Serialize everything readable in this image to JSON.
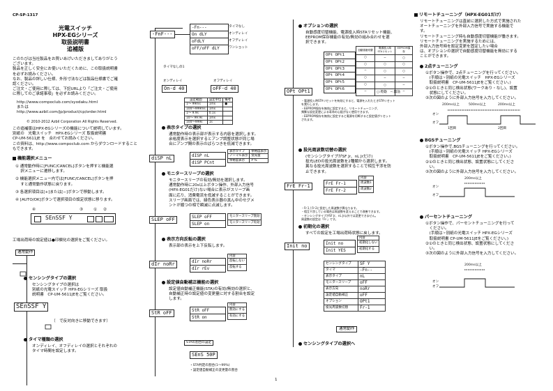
{
  "doc_code": "CP-SP-1317",
  "page_number": "1",
  "title": {
    "line1": "光電スイッチ",
    "line2": "HPX-EGシリーズ",
    "line3": "取扱説明書",
    "line4": "追補版"
  },
  "intro": [
    "このたびは当社製品をお買いあげいただきましてありがとう",
    "ございます。",
    "製品を正しく安全にお使いいただくために、この取扱説明書",
    "を必ずお読みください。",
    "なお、製品の詳しい仕様、外形寸法などは製品仕様書でご確",
    "認ください。",
    "ご注文・ご使用に際しては、下記URLより「ご注文・ご使用",
    "に際してのご承諾事項」を必ずお読みください。"
  ],
  "urls": {
    "url1": "http://www.compoclub.com/syodaku.html",
    "mata": "または",
    "url2": "http://www.azbil.com/jp/product/cp/order.html"
  },
  "copyright": "© 2010-2012 Azbil Corporation All Rights Reserved.",
  "intro2": [
    "この追補版はHPX-EGシリーズの機能について説明しています。",
    "別紙の　光電スイッチ　HPX-EGシリーズ 取扱説明書",
    "CP-UM-5611JE を　合わせてお読みください。",
    "この資料は、http://www.compoclub.com からダウンロードすること",
    "もできます。"
  ],
  "menu_section": {
    "heading": "機能選択メニュー",
    "steps": [
      "① 通常動作時に[FUNC/CANCEL]ボタンを押すと機能選",
      "　 択メニューに遷移します。",
      "② 機能選択メニュー内では[FUNC/CANCEL]ボタンを押",
      "　 すと通常動作状態に戻ります。",
      "③ 各選択項目は[+]または[−]ボタンで移動します。",
      "④ [AUTO/OK]ボタンで選択項目の設定状態に移ります。"
    ],
    "circled": [
      "④",
      "③",
      "①",
      "②"
    ],
    "display": "SEnSSF Y",
    "note": "工場出荷時の設定値は●印欄化の選択をご覧ください。",
    "normal_op": "通常動作"
  },
  "left_bottom": {
    "sensing_heading": "センシングタイプの選択",
    "sensing_lines": [
      "センシングタイプの選択は",
      "別紙の光電スイッチ HPX-EGシリーズ 取扱",
      "説明書　CP-UM-5611JEをご覧ください。"
    ],
    "sensing_display": "SEnSSF Y",
    "button_note": "（　で反対向きに移動できます）",
    "timer_heading": "タイマ種類の選択",
    "timer_lines": [
      "オンディレイ、オフディレイの選択とそれぞれの",
      "タイマ時間を設定します。"
    ]
  },
  "col2_top": {
    "main_display": "-FnF---",
    "opts": [
      "-Fn---",
      "On dLY",
      "oFdLY",
      "oFF/oFF dLY"
    ],
    "opt_labels": [
      "タイマなし",
      "オンディレイ",
      "オフディレイ",
      "ワンショット"
    ],
    "timer_none_label": "タイマなしの1",
    "on_delay_label": "オンディレイ",
    "off_delay_label": "オフディレイ",
    "time_display": "On-d 40",
    "time_display2": "oFF-d 40",
    "time_table_header": [
      "設定範囲",
      "設定単位",
      "備考"
    ],
    "time_table_rows": [
      [
        "1〜 99ms",
        "1ms",
        "●"
      ],
      [
        "100〜999ms",
        "1ms",
        ""
      ],
      [
        "1〜 9.9s",
        "0.1s",
        ""
      ],
      [
        "10〜 99.9s",
        "1ms",
        ""
      ],
      [
        "100〜999s",
        "1s",
        ""
      ]
    ]
  },
  "display_section": {
    "heading": "表示タイプの選択",
    "lines": [
      "通常動作時の表示部が表示する内容を選択します。",
      "余裕度表示を選択するとアンプ調整状態が同じ場",
      "合にアンプ間の表示のばらつきを低減できます。"
    ],
    "display": "diSP nL",
    "opts": [
      "dISP nL",
      "diSP PCnt"
    ],
    "table": [
      [
        "表示タイプ",
        "余裕度表示"
      ],
      [
        "ノーマル表示",
        "受光量"
      ],
      [
        "余裕度表示",
        "P %"
      ]
    ]
  },
  "monitor_section": {
    "heading": "モニタースリープの選択",
    "lines": [
      "モニタースリープの有効/無効を選択します。",
      "通常動作時に20s以上ボタン操作、外部入力信号",
      "(HPX-EG01だけ)ない場合に表示がスリープ画",
      "面に応り、消費電流を低減することができます。",
      "スリープ画面では、緑色表示器の真ん中のセグメ",
      "ントが順つの相で瞬滅に点滅します。"
    ],
    "display": "SLEP oFF",
    "opts": [
      "SLEP oFF",
      "SLEP on"
    ],
    "table": [
      [
        "モニタースリープ無効"
      ],
      [
        "モニタースリープ有効"
      ]
    ]
  },
  "direction_section": {
    "heading": "表示方向反転の選択",
    "lines": [
      "表示部の表示を上下反転します。"
    ],
    "display": "dIr noRr",
    "opts": [
      "dIr noRr",
      "dIr rEv"
    ],
    "table": [
      [
        "内容"
      ],
      [
        "反転しない"
      ],
      [
        "反転する"
      ]
    ]
  },
  "stability_section": {
    "heading": "設定値自動補正機能の選択",
    "lines": [
      "設定値自動補正機能(STA)の有効/無効の選択と、",
      "自動補正時の設定値の変更量に対する割合を設定",
      "します。"
    ],
    "display": "StR oFF",
    "opts": [
      "StR oFF",
      "StR on"
    ],
    "table": [
      [
        "内容"
      ],
      [
        "無効にする"
      ],
      [
        "有効にする"
      ]
    ],
    "rate_label": "STAの割合の設定",
    "rate_display": "SEnS 50P",
    "note1": "・STA判定の割合(1〜99%)",
    "note2": "・設定値自動補正の変更量の割合"
  },
  "option_section": {
    "heading": "オプションの選択",
    "lines": [
      "自動感度切替機能、電源投入時STAリセット機能、",
      "EEPROM保存機能の有効/無効の組み合わせを選",
      "択できます。"
    ],
    "display": "OPt OPt1",
    "opts": [
      "OPt OPt1",
      "OPt OPt2",
      "OPt OPt3",
      "OPt OPt4",
      "OPt OPt5",
      "OPt OPt6"
    ],
    "table_header": [
      "自動感度切替",
      "電源投入時STAリセット",
      "EEPROM保存"
    ],
    "table_rows": [
      [
        "○",
        "−",
        "○"
      ],
      [
        "○",
        "○",
        "○"
      ],
      [
        "−",
        "○",
        "○"
      ],
      [
        "○",
        "−",
        "−"
      ],
      [
        "○",
        "○",
        "−"
      ],
      [
        "−",
        "○",
        "−"
      ]
    ],
    "legend": "○:有効　−:無効",
    "notes": [
      "・電源投入時STAリセットを有効にすると、電源を入れたときSTAリセット",
      "  を実行します。",
      "・EEPROM保存を無効に設定すると、リモートチューニング、",
      "  頻繁な設定変更による寿命の心配がなく使用できます。",
      "・EEPROM保存を無効に設定すると電源を切断すると設定値がリセット",
      "  されます。"
    ]
  },
  "freq_section": {
    "heading": "投光周波数切替の選択",
    "lines": [
      "(センシングタイプがSF  Jr、nL  Jrだけ)",
      "投光LEDの投光周波数を2種類から選択します。",
      "異なる投光周波数を選択することで相互干渉を防",
      "止できます。"
    ],
    "display": "FrE Fr-1",
    "opts": [
      "FrE Fr-1",
      "FrE Fr-2"
    ],
    "table": [
      [
        "内容"
      ],
      [
        "周波数1"
      ],
      [
        "周波数2"
      ]
    ],
    "notes": [
      "・Fr-1 / Fr-2に設定した周波数が異なります。",
      "・相互干渉している場合は周波数を変えることで改善できます。",
      "・センシングタイプがSF  Jr、nL  Jr以外では変更できません。",
      "  周波数の設定は「Fr-」です。"
    ]
  },
  "init_section": {
    "heading": "初期化の選択",
    "lines": [
      "すべての設定を工場出荷時状態に戻します。"
    ],
    "display": "Init no",
    "opts": [
      "Init no",
      "Init YES"
    ],
    "table": [
      [
        "内容"
      ],
      [
        "初期化しない"
      ],
      [
        "初期化する"
      ]
    ],
    "factory_table": [
      [
        "センシングタイプ",
        "SF Y"
      ],
      [
        "タイマ",
        "-Fn--"
      ],
      [
        "表示タイプ",
        "nL"
      ],
      [
        "モニタースリープ",
        "oFF"
      ],
      [
        "表示方向",
        "noRr"
      ],
      [
        "設定値自動補正",
        "oFF"
      ],
      [
        "オプション",
        "OPt1"
      ],
      [
        "投光周波数切替",
        "Fr-1"
      ]
    ],
    "normal_op": "通常動作",
    "to_sensing": "センシングタイプの選択へ"
  },
  "remote_section": {
    "heading": "リモートチューニング（HPX-EG01だけ）",
    "lines": [
      "リモートチューニングは直前に選択した方式で実施された",
      "オートチューニングを外部入力信号で実施する機能で",
      "す。",
      "リモートチューニング時も自動感度切替機能が働きます。",
      "リモートチューニングを実施するためには、",
      "外部入力信号時を設定変更を固定したい場合",
      "は、オプションの選択で自動感度切替機能を無効にする",
      "ことができます。"
    ],
    "two_point": {
      "heading": "2点チューニング",
      "steps": [
        "①ボタン操作で、2点チューニングを行ってください。",
        "　(手順は☞別紙の光電スイッチ　HPX-EGシリーズ",
        "　取扱説明書　CP-UM-5611JEをご覧ください。)",
        "②①のときと同じ検出状態(ワークあり・なし)、設置",
        "　状態にしてください。",
        "③次の図のように外部入力信号を入力してください。"
      ],
      "timing_labels": [
        "200ms以上",
        "500ms以上",
        "200ms以上"
      ],
      "on": "オン",
      "off": "オフ",
      "waves": [
        "1回目",
        "2回目"
      ]
    },
    "bgs": {
      "heading": "BGSチューニング",
      "steps": [
        "①ボタン操作で,BGSチューニングを行ってください。",
        "　(手順は☞別紙の光電スイッチ HPX-EGシリーズ",
        "　取扱説明書　CP-UM-5611JEをご覧ください。)",
        "②①のときと同じ検出状態、設置状態にしてくださ",
        "　い。",
        "③次の図のように外部入力信号を入力してください。"
      ],
      "timing_label": "200ms以上",
      "on": "オン",
      "off": "オフ"
    },
    "percent": {
      "heading": "パーセントチューニング",
      "steps": [
        "①ボタン操作で、パーセントチューニングを行って",
        "　ください。",
        "　(手順は☞別紙の光電スイッチ HPX-EGシリーズ",
        "　取扱説明書 CP-UM-5611JEをご覧ください。)",
        "②①のときと同じ検出状態、設置状態にしてくださ",
        "　い。",
        "③次の図のように外部入力信号を入力してください。"
      ],
      "timing_label": "200ms以上",
      "on": "オン",
      "off": "オフ"
    }
  }
}
